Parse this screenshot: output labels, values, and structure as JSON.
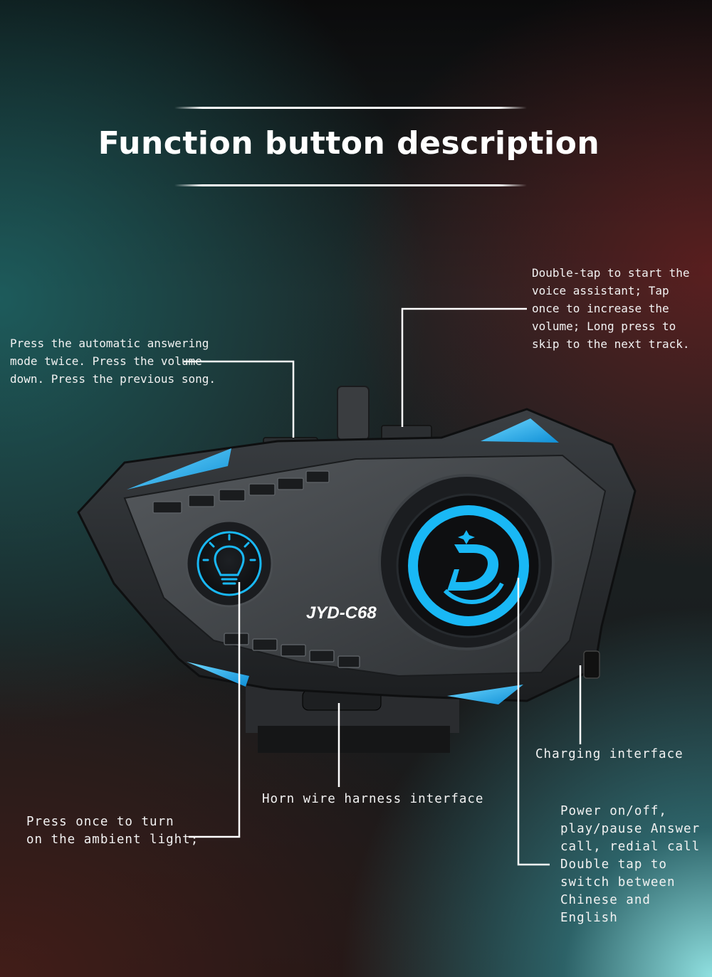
{
  "title": "Function button description",
  "model_label": "JYD-C68",
  "colors": {
    "accent": "#19b8f5",
    "device_body": "#2d3033",
    "text": "#f2f2f2"
  },
  "callouts": {
    "left_top": "Press the automatic answering\nmode twice. Press the volume\ndown. Press the previous song.",
    "right_top": "Double-tap to start the\nvoice assistant; Tap\nonce to increase the\nvolume; Long press to\nskip to the next track.",
    "charging": "Charging interface",
    "horn": "Horn wire harness interface",
    "ambient": "Press once to turn\non the ambient light;",
    "power": "Power on/off,\nplay/pause Answer\ncall, redial call\nDouble tap to\nswitch between\nChinese and English"
  },
  "icons": {
    "ambient_button": "lightbulb-icon",
    "main_button": "d-logo-icon"
  }
}
